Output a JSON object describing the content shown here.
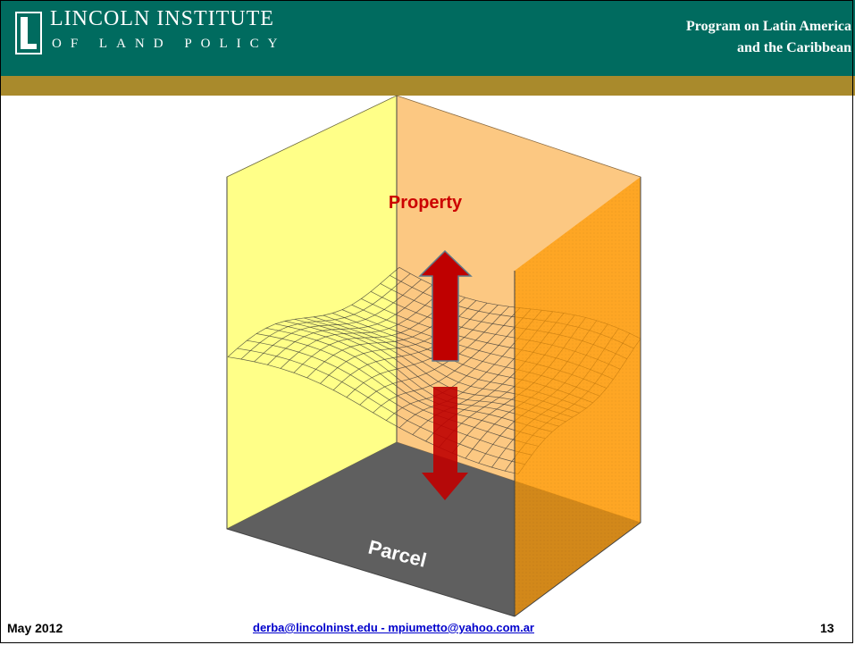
{
  "header": {
    "logo_line1": "LINCOLN INSTITUTE",
    "logo_line2": "OF LAND POLICY",
    "program_line1": "Program on Latin America",
    "program_line2": "and the Caribbean"
  },
  "diagram": {
    "top_label": "Property",
    "bottom_label": "Parcel",
    "colors": {
      "left_wall": "#ffff88",
      "back_wall": "#fcc882",
      "right_wall": "#ffa830",
      "floor": "#5f5f5f",
      "arrow": "#bf0000",
      "label": "#cc0000"
    }
  },
  "footer": {
    "date": "May 2012",
    "emails": "derba@lincolninst.edu - mpiumetto@yahoo.com.ar",
    "page_number": "13"
  }
}
